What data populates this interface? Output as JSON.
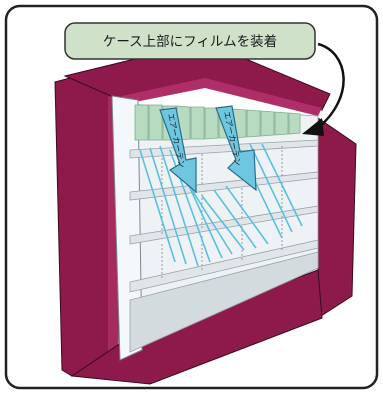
{
  "callout": {
    "label": "ケース上部にフィルムを装着"
  },
  "airflow": {
    "left_label": "エアーカーテン",
    "right_label": "エアーカーテン"
  },
  "colors": {
    "case_body": "#8e1a4b",
    "case_top": "#b02e68",
    "callout_fill": "#cfe2c9",
    "film": "#b7dbc0",
    "airflow_arrow": "#6fc6e0",
    "airflow_lines": "#5bc0e0",
    "frame_border": "#222222"
  }
}
